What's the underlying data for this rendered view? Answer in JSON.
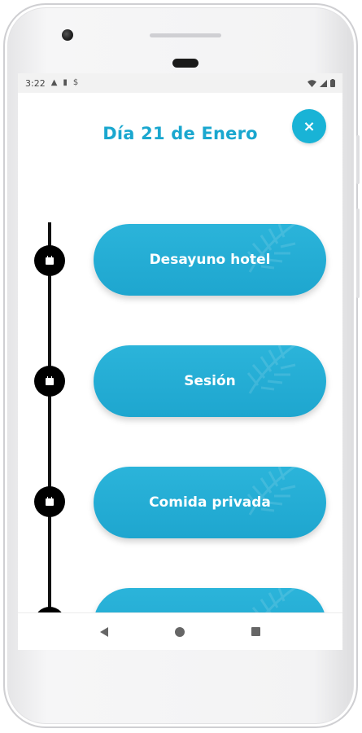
{
  "status_bar": {
    "time": "3:22"
  },
  "header": {
    "title": "Día 21 de Enero",
    "close_label": "×"
  },
  "events": [
    {
      "label": "Desayuno hotel"
    },
    {
      "label": "Sesión"
    },
    {
      "label": "Comida privada"
    },
    {
      "label": ""
    }
  ],
  "colors": {
    "accent": "#1aa7cf",
    "button": "#1ea6cf",
    "timeline": "#000000"
  },
  "icons": {
    "close": "close-icon",
    "event_marker": "calendar-icon",
    "nav_back": "back-triangle-icon",
    "nav_home": "home-circle-icon",
    "nav_recent": "recent-apps-square-icon"
  }
}
